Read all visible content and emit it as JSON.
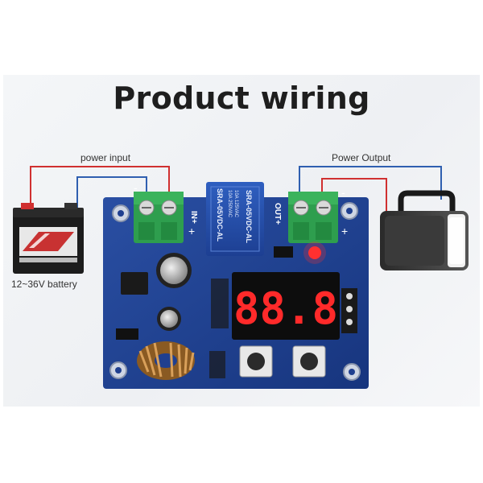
{
  "title": "Product wiring",
  "labels": {
    "power_input": "power input",
    "power_output": "Power Output",
    "battery": "12~36V battery"
  },
  "board": {
    "in_terminal": "IN+",
    "out_terminal": "OUT+",
    "minus_left": "-",
    "plus_left": "+",
    "minus_right": "-",
    "plus_right": "+",
    "relay_top": "SRA-05VDC-AL",
    "relay_sub1": "10A 250VAC",
    "relay_sub2": "10A 125VAC",
    "relay_sub3": "SRA-05VDC-AL",
    "display": "88.8"
  },
  "colors": {
    "board": "#1f3f8f",
    "terminal": "#2e9e4e",
    "wire_red": "#d03030",
    "wire_blue": "#2f5fb0",
    "led": "#ff3030",
    "digit": "#ff2a2a"
  }
}
